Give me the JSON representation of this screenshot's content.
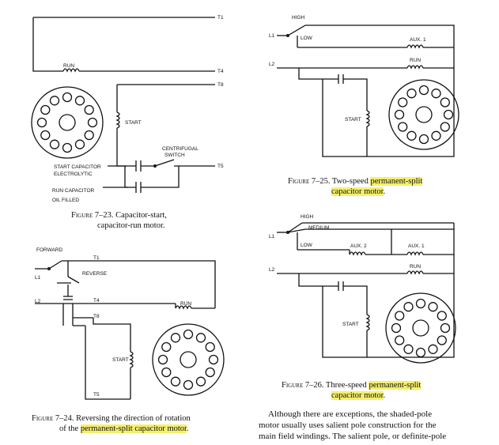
{
  "fig23": {
    "labels": {
      "t1": "T1",
      "t4": "T4",
      "t8": "T8",
      "t5": "T5",
      "run": "RUN",
      "start": "START",
      "centrifugal": "CENTRIFUGAL",
      "switch": "SWITCH",
      "start_cap_1": "START CAPACITOR",
      "start_cap_2": "ELECTROLYTIC",
      "run_cap_1": "RUN CAPACITOR",
      "run_cap_2": "OIL FILLED"
    },
    "caption": {
      "figure": "Figure 7–23.",
      "text_1": "Capacitor-start,",
      "text_2": "capacitor-run motor."
    }
  },
  "fig24": {
    "labels": {
      "forward": "FORWARD",
      "reverse": "REVERSE",
      "l1": "L1",
      "l2": "L2",
      "t1": "T1",
      "t4": "T4",
      "t8": "T8",
      "t5": "T5",
      "run": "RUN",
      "start": "START"
    },
    "caption": {
      "figure": "Figure 7–24.",
      "text_1": "Reversing the direction of rotation",
      "text_2a": "of the",
      "highlight": "permanent-split capacitor motor",
      "text_2b": "."
    }
  },
  "fig25": {
    "labels": {
      "high": "HIGH",
      "low": "LOW",
      "l1": "L1",
      "l2": "L2",
      "aux1": "AUX. 1",
      "run": "RUN",
      "start": "START"
    },
    "caption": {
      "figure": "Figure 7–25.",
      "text_1": "Two-speed",
      "highlight_1": "permanent-split",
      "highlight_2": "capacitor motor",
      "text_2": "."
    }
  },
  "fig26": {
    "labels": {
      "high": "HIGH",
      "medium": "MEDIUM",
      "low": "LOW",
      "l1": "L1",
      "l2": "L2",
      "aux2": "AUX. 2",
      "aux1": "AUX. 1",
      "run": "RUN",
      "start": "START"
    },
    "caption": {
      "figure": "Figure 7–26.",
      "text_1": "Three-speed",
      "highlight_1": "permanent-split",
      "highlight_2": "capacitor motor",
      "text_2": "."
    }
  },
  "body_text": {
    "line_1": "Although there are exceptions, the shaded-pole",
    "line_2": "motor usually uses salient pole construction for the",
    "line_3": "main field windings. The salient pole, or definite-pole"
  },
  "colors": {
    "highlight": "#f4ef6c",
    "ink": "#111111"
  }
}
